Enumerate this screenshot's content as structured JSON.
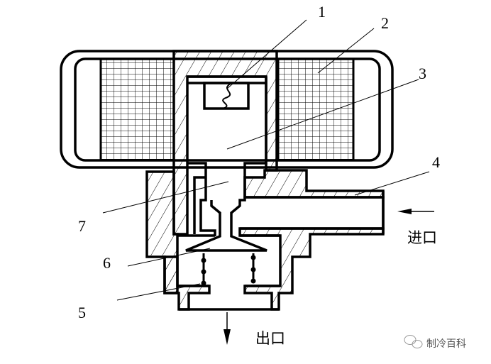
{
  "labels": {
    "l1": "1",
    "l2": "2",
    "l3": "3",
    "l4": "4",
    "l5": "5",
    "l6": "6",
    "l7": "7"
  },
  "inlet_label": "进口",
  "outlet_label": "出口",
  "watermark": "制冷百科",
  "colors": {
    "line": "#000000",
    "background": "#ffffff"
  }
}
